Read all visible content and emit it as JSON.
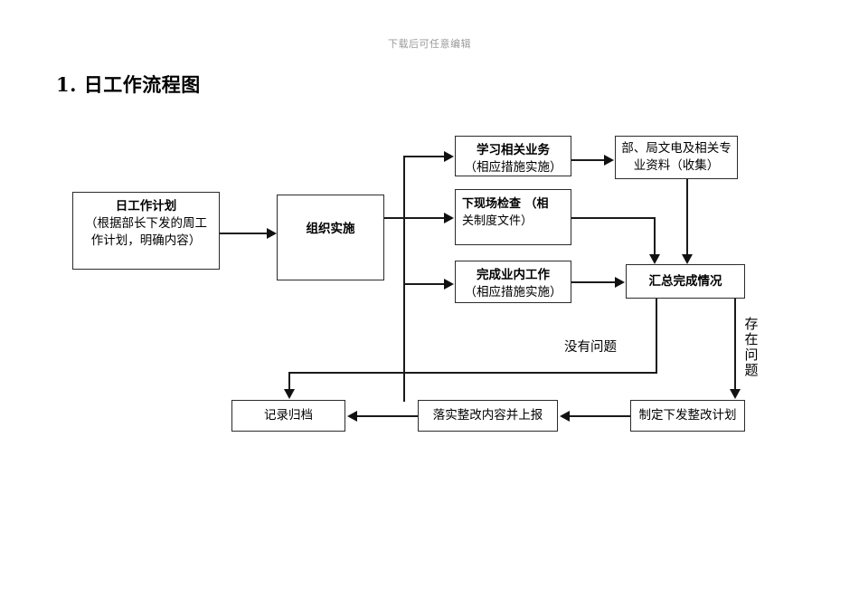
{
  "document": {
    "header_note": "下载后可任意编辑",
    "title": "1. 日工作流程图"
  },
  "chart_data": {
    "type": "diagram",
    "title": "日工作流程图",
    "nodes": [
      {
        "id": "plan",
        "line1": "日工作计划",
        "line2": "（根据部长下发的周工",
        "line3": "作计划，明确内容）"
      },
      {
        "id": "organize",
        "line1": "组织实施"
      },
      {
        "id": "study",
        "line1": "学习相关业务",
        "line2": "（相应措施实施）"
      },
      {
        "id": "inspect",
        "line1": "下现场检查    （相",
        "line2": "关制度文件）"
      },
      {
        "id": "internal",
        "line1": "完成业内工作",
        "line2": "（相应措施实施）"
      },
      {
        "id": "collect",
        "line1": "部、局文电及相关专",
        "line2": "业资料（收集）"
      },
      {
        "id": "summary",
        "line1": "汇总完成情况"
      },
      {
        "id": "rectify",
        "line1": "制定下发整改计划"
      },
      {
        "id": "implement",
        "line1": "落实整改内容并上报"
      },
      {
        "id": "archive",
        "line1": "记录归档"
      }
    ],
    "edge_labels": {
      "no_problem": "没有问题",
      "has_problem": "存在问题"
    },
    "edges": [
      {
        "from": "plan",
        "to": "organize"
      },
      {
        "from": "organize",
        "to": "study"
      },
      {
        "from": "organize",
        "to": "inspect"
      },
      {
        "from": "organize",
        "to": "internal"
      },
      {
        "from": "study",
        "to": "collect"
      },
      {
        "from": "collect",
        "to": "summary"
      },
      {
        "from": "inspect",
        "to": "summary"
      },
      {
        "from": "internal",
        "to": "summary"
      },
      {
        "from": "summary",
        "to": "archive",
        "label": "没有问题"
      },
      {
        "from": "summary",
        "to": "rectify",
        "label": "存在问题"
      },
      {
        "from": "rectify",
        "to": "implement"
      },
      {
        "from": "implement",
        "to": "archive"
      }
    ]
  }
}
